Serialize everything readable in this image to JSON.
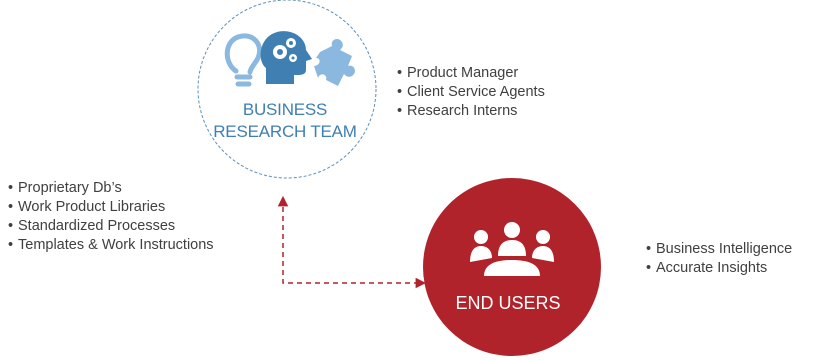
{
  "diagram": {
    "team_circle": {
      "label_line1": "BUSINESS",
      "label_line2": "RESEARCH TEAM",
      "icons": [
        "lightbulb-icon",
        "head-gears-icon",
        "puzzle-piece-icon"
      ],
      "color": "#3f7fb2",
      "border_color": "#5b8fb8"
    },
    "team_members": [
      "Product Manager",
      "Client Service Agents",
      "Research Interns"
    ],
    "resources": [
      "Proprietary Db’s",
      "Work Product Libraries",
      "Standardized Processes",
      "Templates & Work Instructions"
    ],
    "end_users_circle": {
      "label": "END USERS",
      "icon": "group-meeting-icon",
      "color": "#b0232a"
    },
    "outputs": [
      "Business Intelligence",
      "Accurate Insights"
    ],
    "connector": {
      "style": "dashed",
      "color": "#b0232a",
      "direction": "bidirectional"
    }
  }
}
